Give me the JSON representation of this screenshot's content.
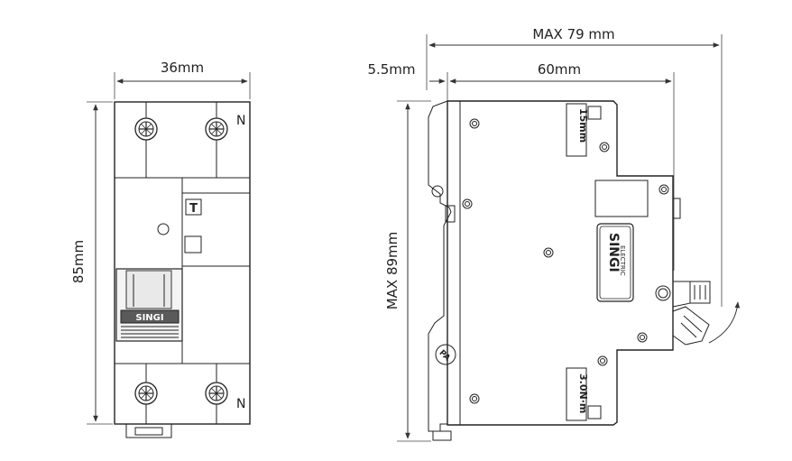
{
  "front_view": {
    "width_label": "36mm",
    "height_label": "85mm",
    "neutral_top": "N",
    "neutral_bottom": "N",
    "test_button": "T",
    "brand": "SINGI"
  },
  "side_view": {
    "total_depth_label": "MAX 79 mm",
    "rail_offset_label": "5.5mm",
    "body_depth_label": "60mm",
    "total_height_label": "MAX 89mm",
    "strip_length_label": "15mm",
    "torque_label": "3.0N·m",
    "brand": "SINGI",
    "brand_sub": "ELECTRIC",
    "material_mark": "PA"
  }
}
